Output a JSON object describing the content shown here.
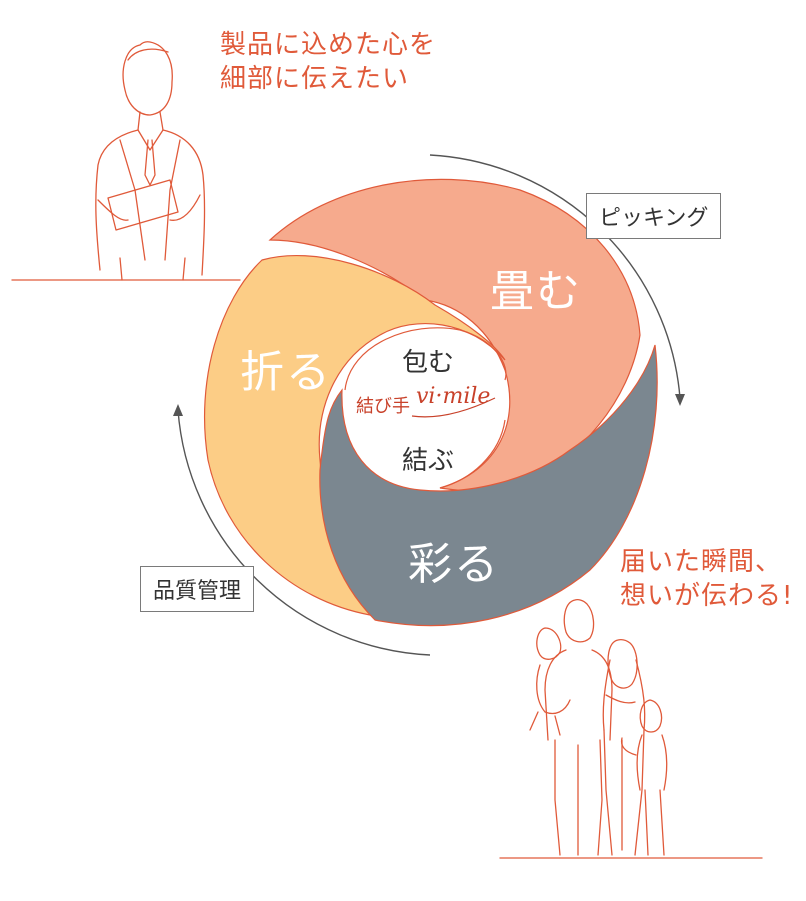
{
  "texts": {
    "top_quote_line1": "製品に込めた心を",
    "top_quote_line2": "細部に伝えたい",
    "bottom_quote_line1": "届いた瞬間、",
    "bottom_quote_line2": "想いが伝わる!"
  },
  "labels": {
    "picking": "ピッキング",
    "quality": "品質管理"
  },
  "segments": {
    "tatamu": "畳む",
    "oru": "折る",
    "irodoru": "彩る"
  },
  "center": {
    "tsutsumu": "包む",
    "musubu": "結ぶ",
    "brand_jp": "結び手",
    "brand_en": "vi·mile"
  },
  "colors": {
    "salmon": "#f6aa8d",
    "yellow": "#fccd86",
    "slate": "#7b8790",
    "accent_red": "#e05a3a",
    "arrow_gray": "#555555"
  },
  "icons": {
    "businessman": "businessman-line-art-icon",
    "family": "family-line-art-icon"
  }
}
